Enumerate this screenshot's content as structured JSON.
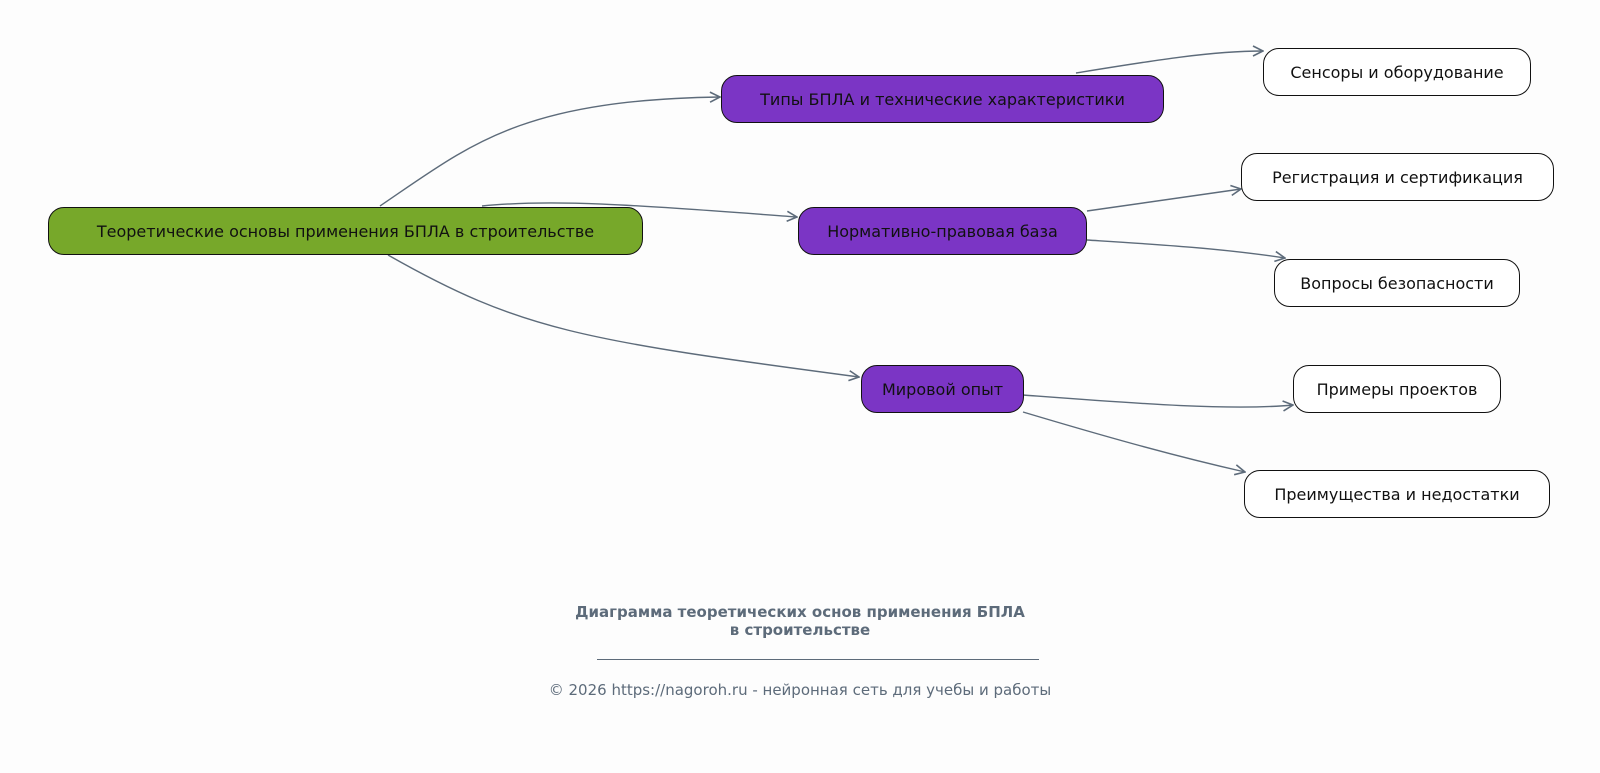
{
  "diagram": {
    "root": "Теоретические основы применения БПЛА в строительстве",
    "branches": [
      {
        "label": "Типы БПЛА и технические характеристики",
        "children": [
          "Сенсоры и оборудование"
        ]
      },
      {
        "label": "Нормативно-правовая база",
        "children": [
          "Регистрация и сертификация",
          "Вопросы безопасности"
        ]
      },
      {
        "label": "Мировой опыт",
        "children": [
          "Примеры проектов",
          "Преимущества и недостатки"
        ]
      }
    ],
    "colors": {
      "root": "#77a82a",
      "branch": "#7b35c5",
      "leaf": "#ffffff",
      "edge": "#5d6b7a"
    }
  },
  "caption": {
    "title_line1": "Диаграмма теоретических основ применения БПЛА",
    "title_line2": "в строительстве",
    "copyright": "© 2026 https://nagoroh.ru - нейронная сеть для учебы и работы"
  }
}
